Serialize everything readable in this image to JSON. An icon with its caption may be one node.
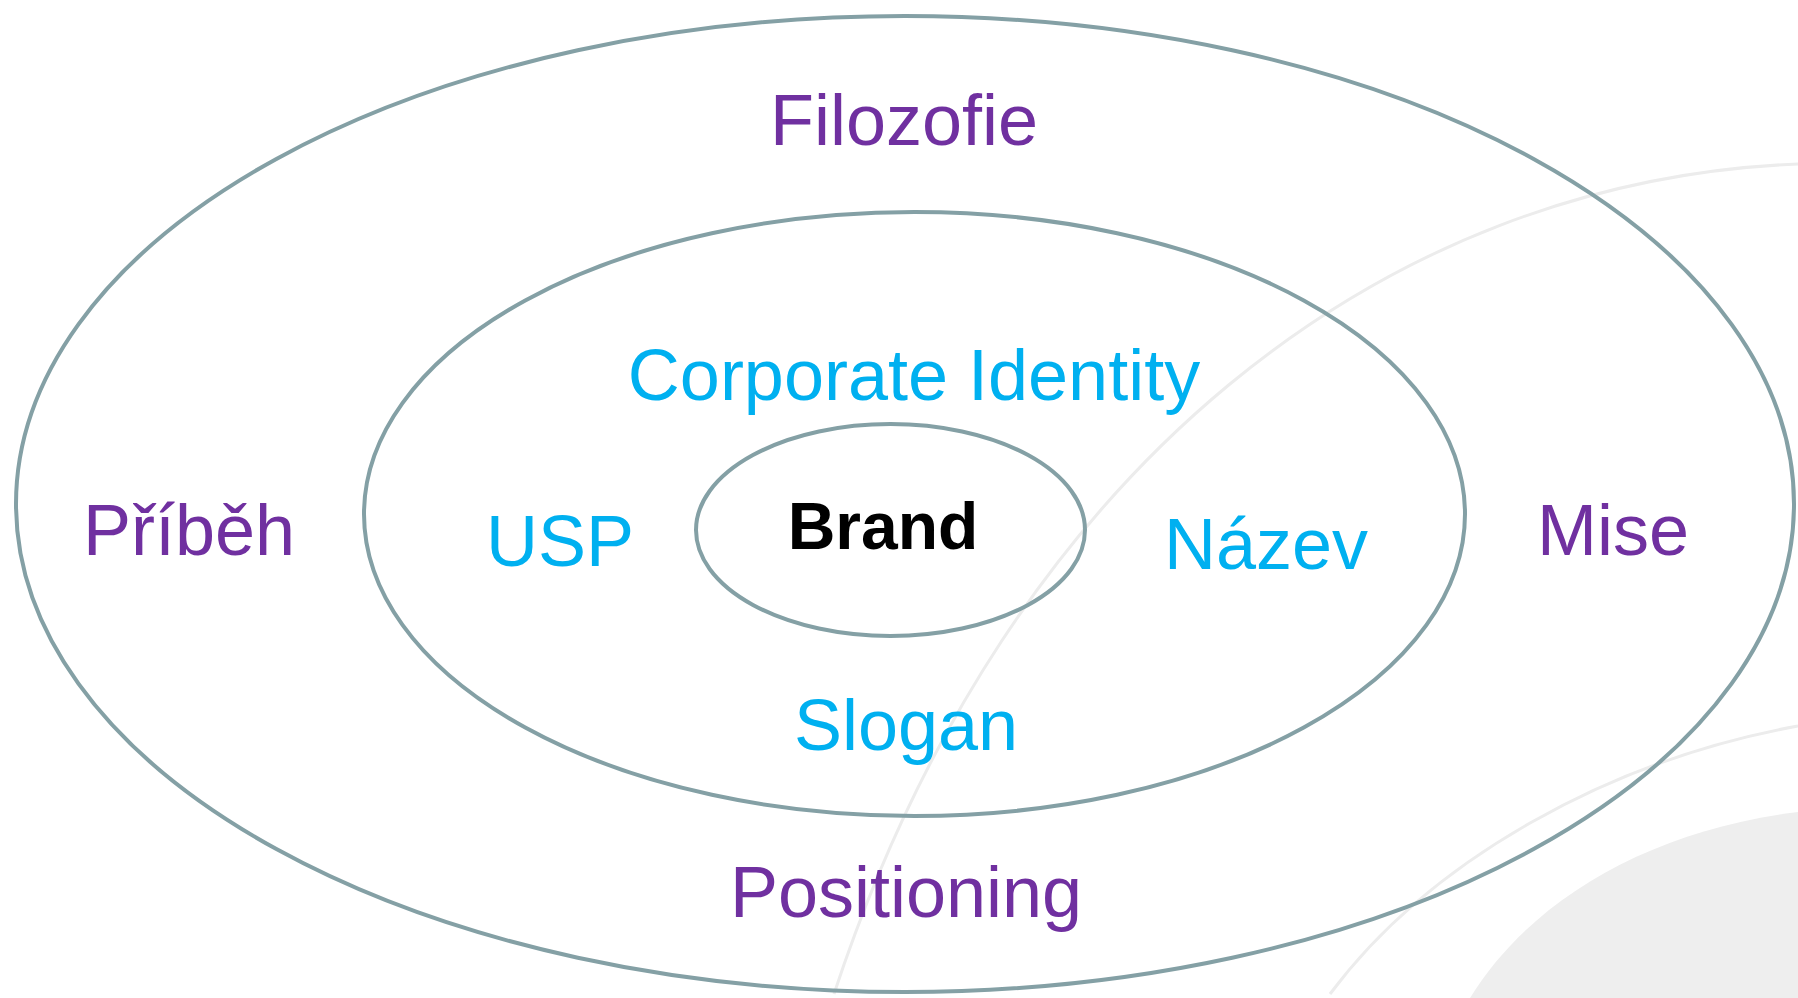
{
  "diagram": {
    "nodes": [
      {
        "text": [
          "Filozofie",
          "Příběh",
          "Mise",
          "Positioning"
        ]
      },
      {
        "text": [
          "Corporate Identity",
          "USP",
          "Název",
          "Slogan"
        ],
        "in": 0
      },
      {
        "text": [
          "Brand"
        ],
        "in": 1
      }
    ]
  }
}
